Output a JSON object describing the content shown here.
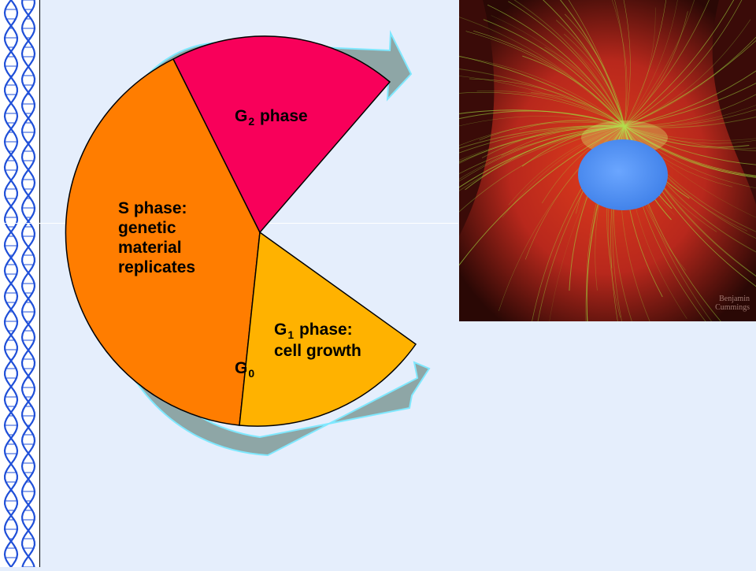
{
  "slide": {
    "accent_colors": {
      "background": "#e5eefc",
      "border_helix": "#1f4fd8",
      "cycle_arrow": "#8ea6a6",
      "cycle_arrow_outline": "#7fe8ff"
    }
  },
  "diagram": {
    "phases": [
      {
        "name": "G2 phase",
        "color": "#f8005a"
      },
      {
        "name": "S phase",
        "color": "#ff7d00"
      },
      {
        "name": "G1 phase",
        "color": "#ffb200"
      }
    ],
    "labels": {
      "g2_letter": "G",
      "g2_sub": "2",
      "g2_word": "phase",
      "s_lines": [
        "S phase:",
        "genetic",
        "material",
        "replicates"
      ],
      "g1_letter": "G",
      "g1_sub": "1",
      "g1_word": "phase:",
      "g1_line2": "cell growth",
      "g0_letter": "G",
      "g0_sub": "0"
    }
  },
  "micrograph": {
    "credit_lines": [
      "Benjamin",
      "Cummings"
    ],
    "colors": {
      "cytoplasm": "#b8281c",
      "fibers": "#9fd63c",
      "nucleus": "#3f80e8"
    }
  }
}
